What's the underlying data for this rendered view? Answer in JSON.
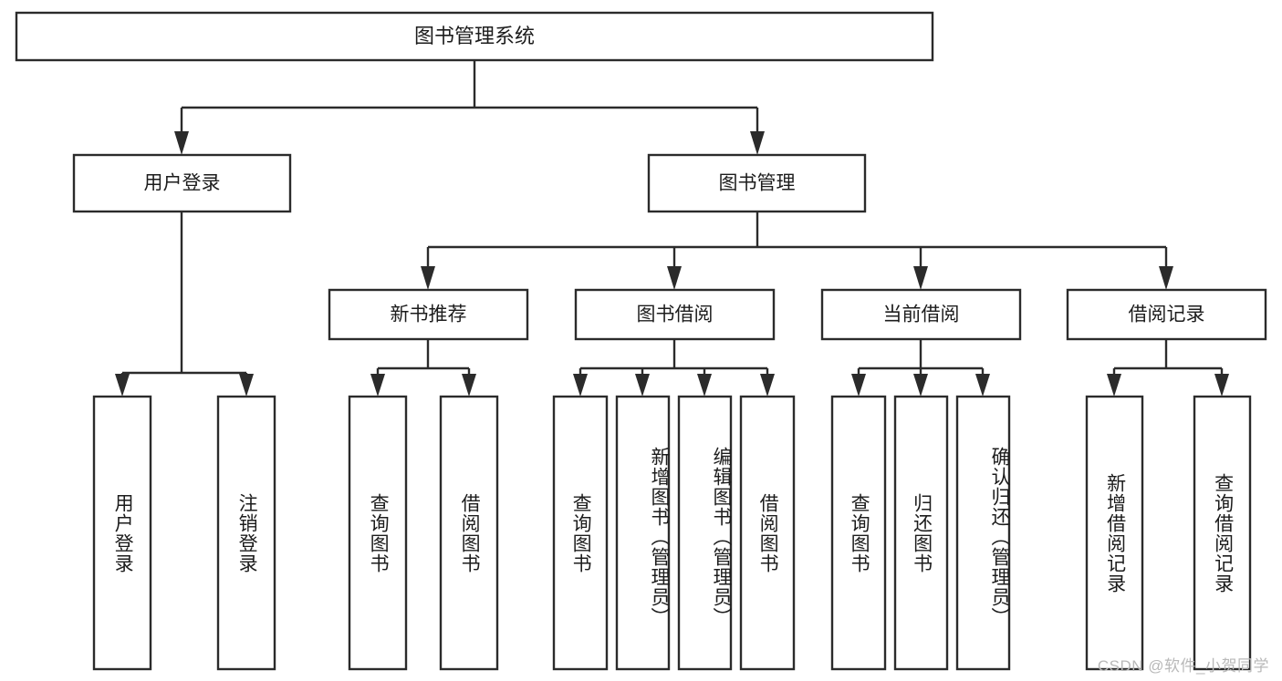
{
  "diagram": {
    "title": "图书管理系统",
    "type": "tree",
    "watermark": "CSDN @软件_小贺同学",
    "colors": {
      "stroke": "#2b2b2b",
      "box_fill": "#ffffff",
      "text": "#1c1c1c",
      "watermark": "#b9b9b9",
      "background": "#ffffff"
    },
    "root": {
      "label": "图书管理系统"
    },
    "level2": [
      {
        "label": "用户登录"
      },
      {
        "label": "图书管理"
      }
    ],
    "level3": [
      {
        "label": "新书推荐"
      },
      {
        "label": "图书借阅"
      },
      {
        "label": "当前借阅"
      },
      {
        "label": "借阅记录"
      }
    ],
    "leaves": {
      "user_login": [
        {
          "label": "用户登录"
        },
        {
          "label": "注销登录"
        }
      ],
      "new_book_recommend": [
        {
          "label": "查询图书"
        },
        {
          "label": "借阅图书"
        }
      ],
      "book_borrow": [
        {
          "label": "查询图书"
        },
        {
          "label": "新增图书（管理员）"
        },
        {
          "label": "编辑图书（管理员）"
        },
        {
          "label": "借阅图书"
        }
      ],
      "current_borrow": [
        {
          "label": "查询图书"
        },
        {
          "label": "归还图书"
        },
        {
          "label": "确认归还（管理员）"
        }
      ],
      "borrow_record": [
        {
          "label": "新增借阅记录"
        },
        {
          "label": "查询借阅记录"
        }
      ]
    }
  }
}
